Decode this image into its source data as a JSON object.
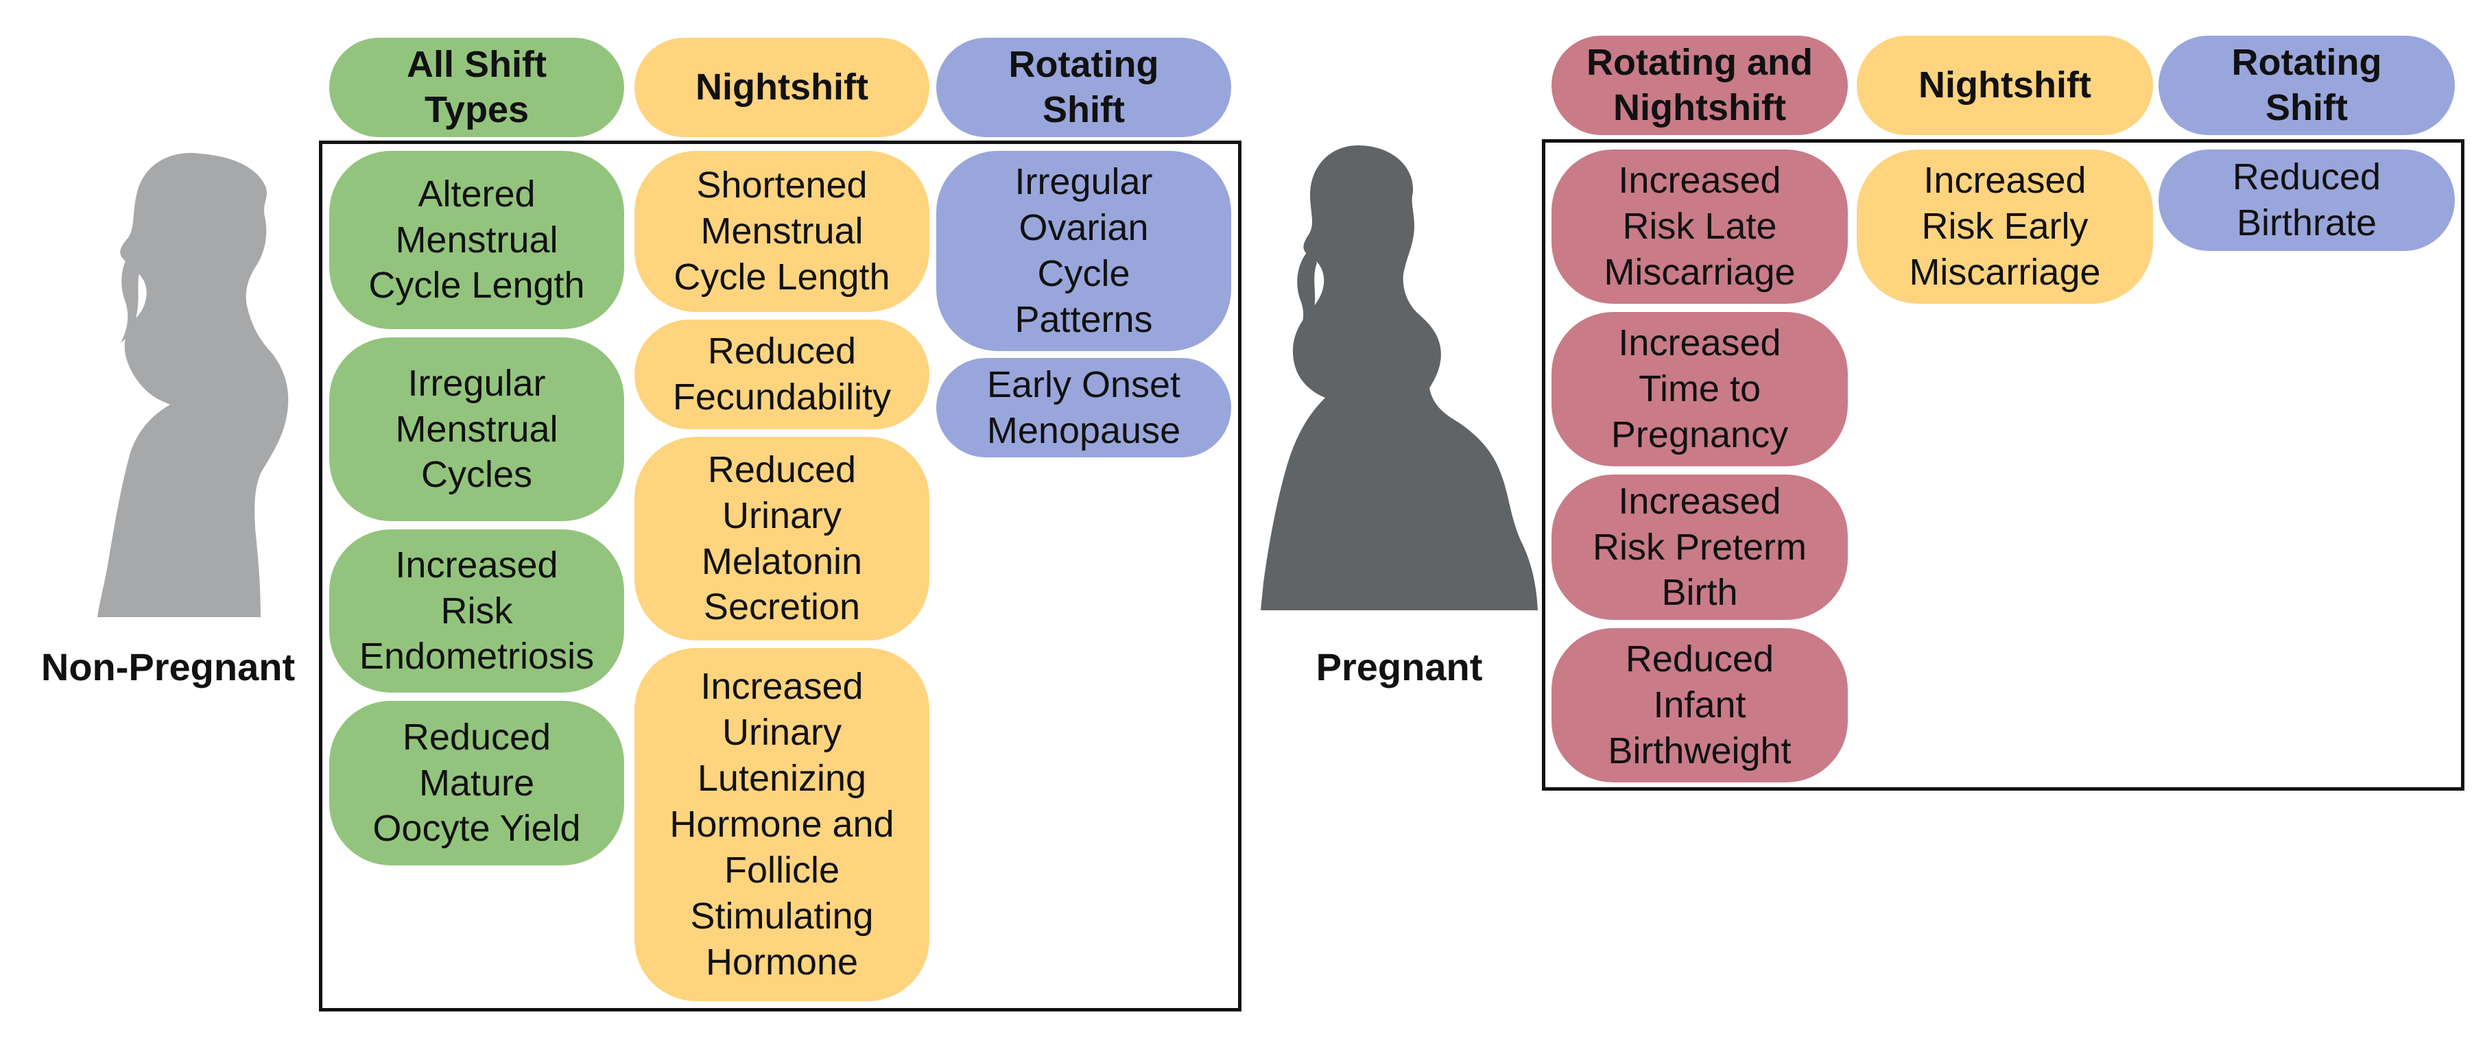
{
  "colors": {
    "all_shift": "#93c47d",
    "nightshift": "#ffd47f",
    "rotating": "#99a6dc",
    "rotating_and_night": "#c97b88",
    "non_pregnant_silhouette": "#a7a8aa",
    "pregnant_silhouette": "#616466"
  },
  "non_pregnant": {
    "label": "Non-Pregnant",
    "headers": {
      "all_shift": "All Shift\nTypes",
      "nightshift": "Nightshift",
      "rotating": "Rotating\nShift"
    },
    "all_shift_items": [
      "Altered\nMenstrual\nCycle Length",
      "Irregular\nMenstrual\nCycles",
      "Increased\nRisk\nEndometriosis",
      "Reduced\nMature\nOocyte Yield"
    ],
    "nightshift_items": [
      "Shortened\nMenstrual\nCycle Length",
      "Reduced\nFecundability",
      "Reduced\nUrinary\nMelatonin\nSecretion",
      "Increased\nUrinary\nLutenizing\nHormone and\nFollicle\nStimulating\nHormone"
    ],
    "rotating_items": [
      "Irregular\nOvarian\nCycle\nPatterns",
      "Early Onset\nMenopause"
    ]
  },
  "pregnant": {
    "label": "Pregnant",
    "headers": {
      "rotating_and_night": "Rotating and\nNightshift",
      "nightshift": "Nightshift",
      "rotating": "Rotating\nShift"
    },
    "rotating_and_night_items": [
      "Increased\nRisk Late\nMiscarriage",
      "Increased\nTime to\nPregnancy",
      "Increased\nRisk Preterm\nBirth",
      "Reduced\nInfant\nBirthweight"
    ],
    "nightshift_items": [
      "Increased\nRisk Early\nMiscarriage"
    ],
    "rotating_items": [
      "Reduced\nBirthrate"
    ]
  }
}
